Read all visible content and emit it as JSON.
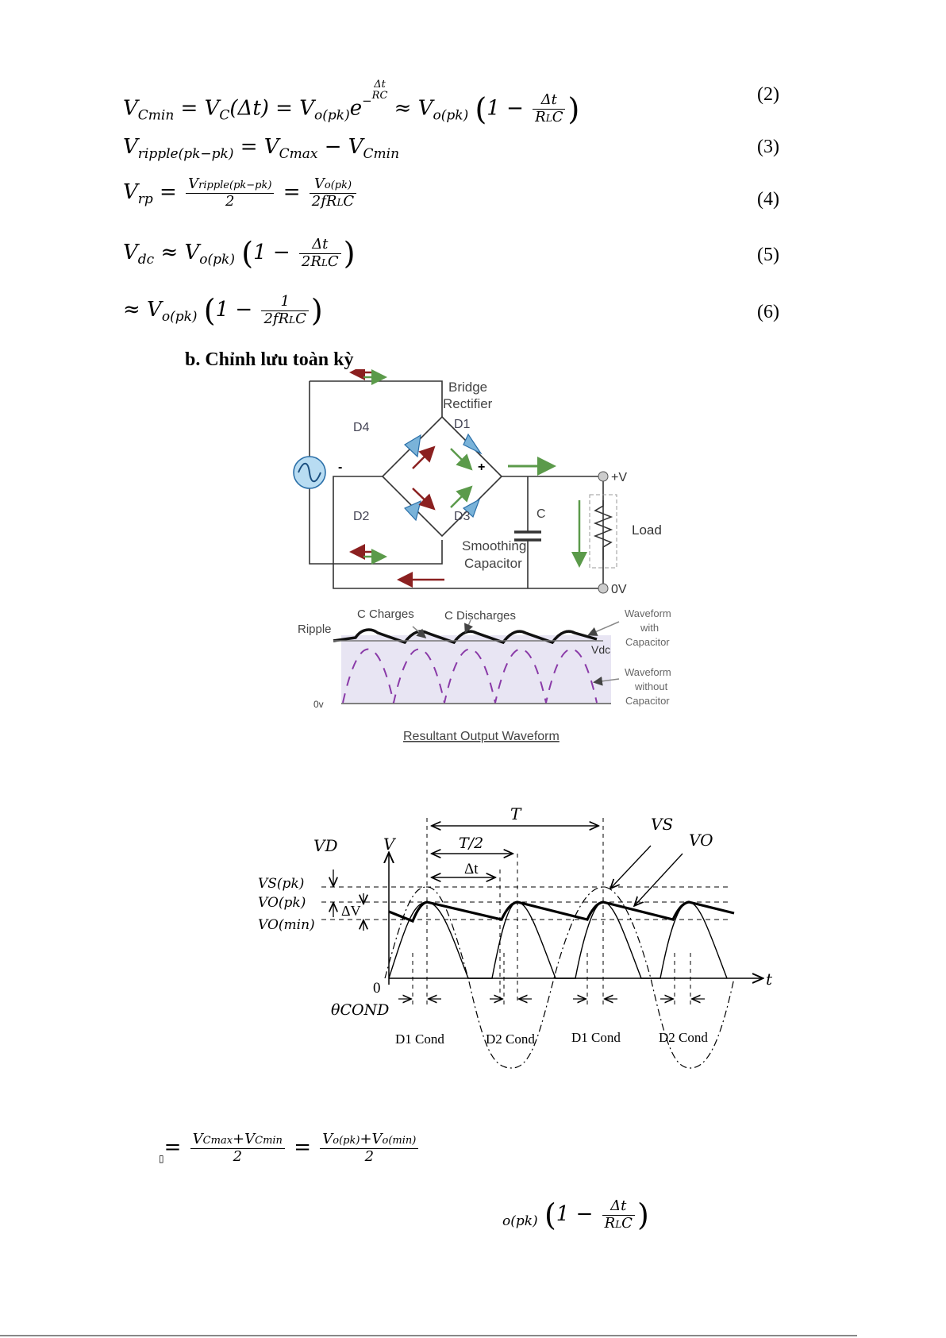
{
  "equations": [
    {
      "num": "(2)"
    },
    {
      "num": "(3)"
    },
    {
      "num": "(4)"
    },
    {
      "num": "(5)"
    },
    {
      "num": "(6)"
    }
  ],
  "section_heading": "b.  Chỉnh lưu toàn kỳ",
  "bridge_figure": {
    "title_line1": "Bridge",
    "title_line2": "Rectifier",
    "d4": "D4",
    "d1": "D1",
    "d2": "D2",
    "d3": "D3",
    "minus": "-",
    "plus": "+",
    "cap": "C",
    "plus_v": "+V",
    "zero_v": "0V",
    "load": "Load",
    "smoothing1": "Smoothing",
    "smoothing2": "Capacitor",
    "ripple": "Ripple",
    "c_charges": "C Charges",
    "c_discharges": "C Discharges",
    "vdc": "Vdc",
    "with_cap": [
      "Waveform",
      "with",
      "Capacitor"
    ],
    "without_cap": [
      "Waveform",
      "without",
      "Capacitor"
    ],
    "zero_v_lower": "0v",
    "caption": "Resultant Output Waveform"
  },
  "waveform_figure": {
    "T": "T",
    "T2": "T/2",
    "dt": "Δt",
    "V": "V",
    "VD": "VD",
    "VS": "VS",
    "VO": "VO",
    "VSpk": "VS(pk)",
    "VOpk": "VO(pk)",
    "VOmin": "VO(min)",
    "dV": "ΔV",
    "zero": "0",
    "t": "t",
    "theta": "θCOND",
    "labels": [
      "D1 Cond",
      "D2 Cond",
      "D1 Cond",
      "D2 Cond"
    ]
  },
  "bottom_eq_placeholder": "▯"
}
